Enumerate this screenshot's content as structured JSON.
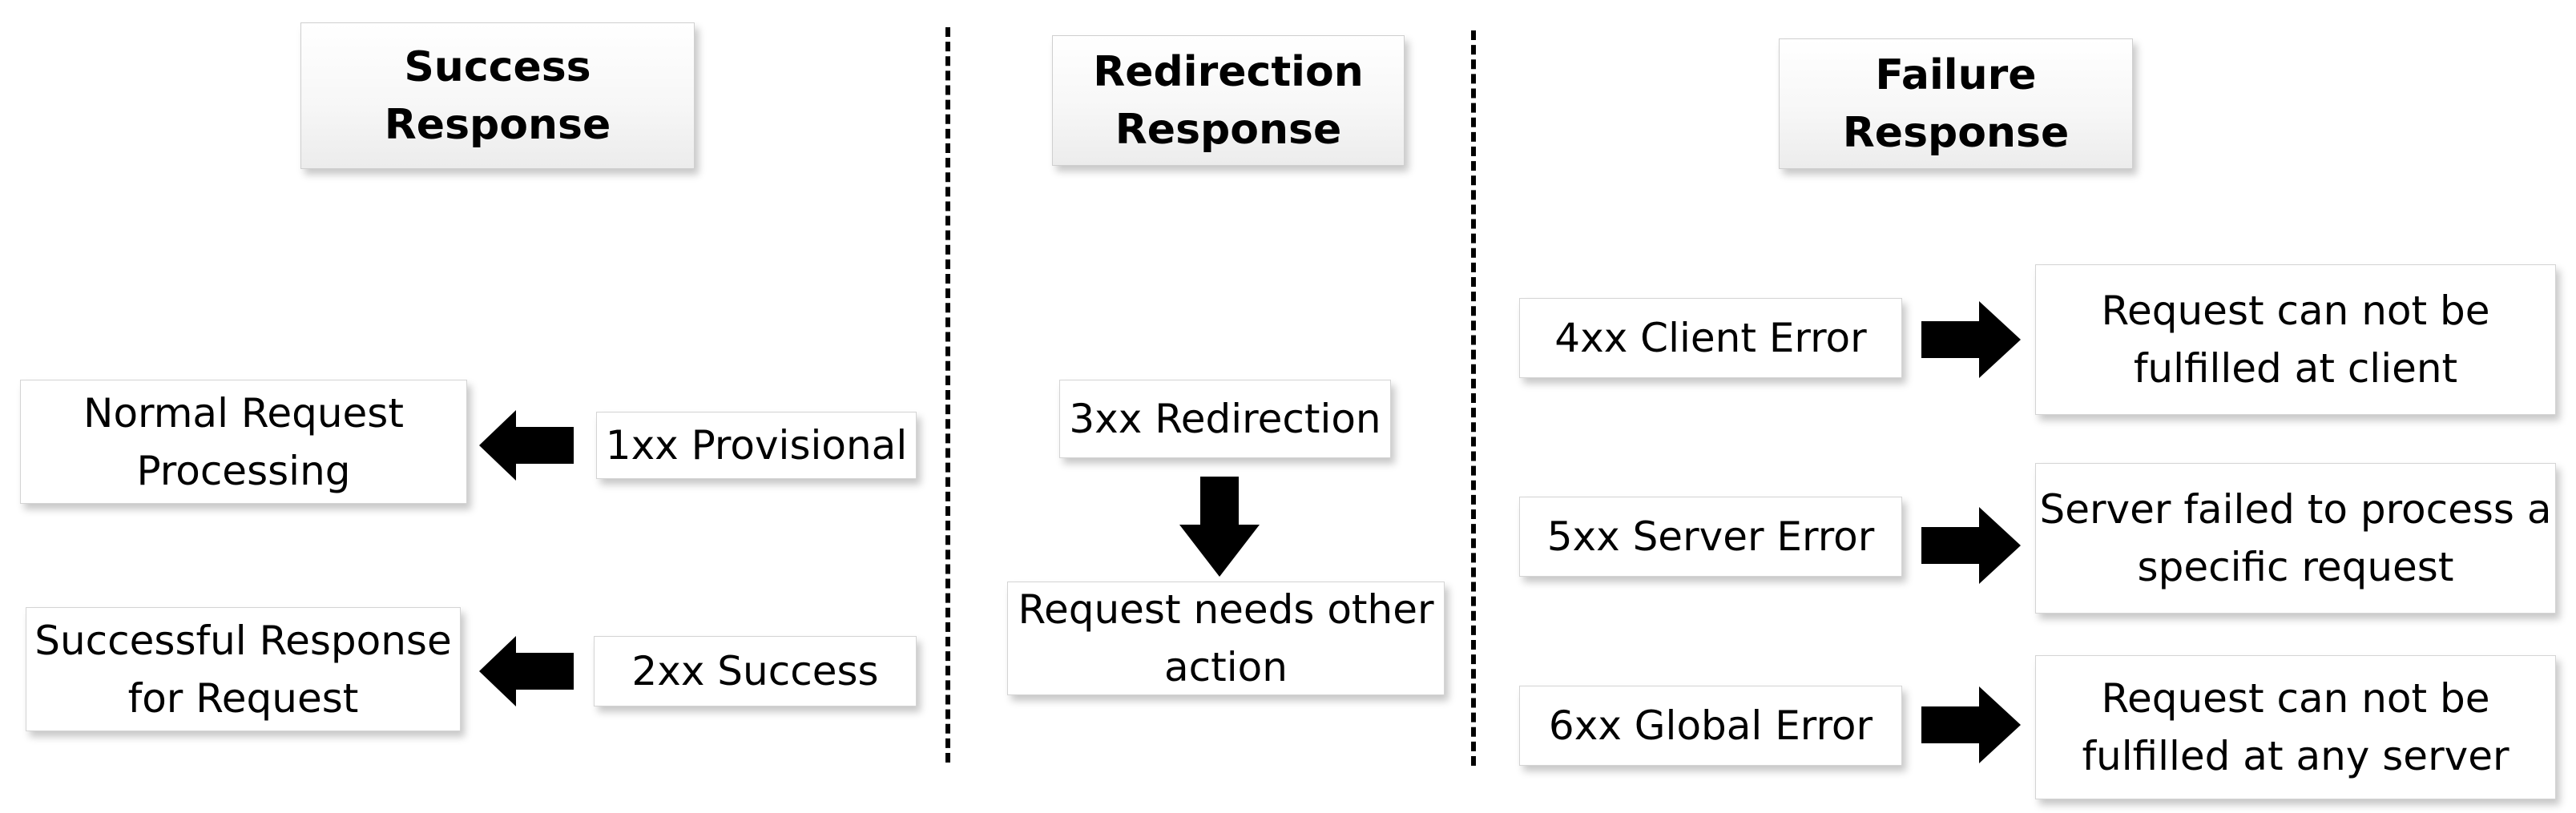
{
  "columns": {
    "success": {
      "header": [
        "Success",
        "Response"
      ],
      "codes": [
        {
          "code": "1xx Provisional",
          "description": [
            "Normal Request",
            "Processing"
          ]
        },
        {
          "code": "2xx Success",
          "description": [
            "Successful Response",
            "for Request"
          ]
        }
      ]
    },
    "redirection": {
      "header": [
        "Redirection",
        "Response"
      ],
      "codes": [
        {
          "code": "3xx Redirection",
          "description": [
            "Request needs other",
            "action"
          ]
        }
      ]
    },
    "failure": {
      "header": [
        "Failure",
        "Response"
      ],
      "codes": [
        {
          "code": "4xx Client Error",
          "description": [
            "Request can not be",
            "fulfilled at client"
          ]
        },
        {
          "code": "5xx Server Error",
          "description": [
            "Server failed to process a",
            "specific request"
          ]
        },
        {
          "code": "6xx Global Error",
          "description": [
            "Request can not be",
            "fulfilled at any server"
          ]
        }
      ]
    }
  }
}
